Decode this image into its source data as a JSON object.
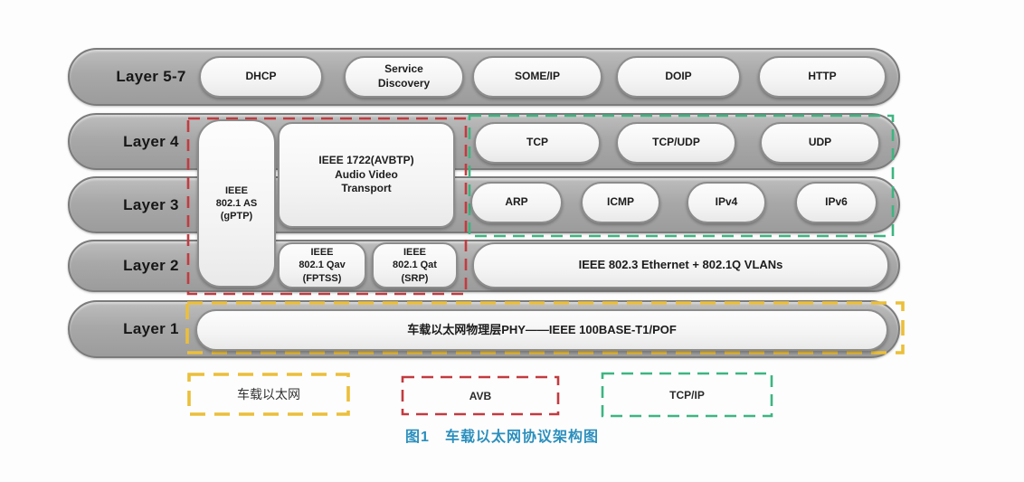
{
  "figure": {
    "caption": "图1　车载以太网协议架构图"
  },
  "colors": {
    "avb-red": "#c23b40",
    "tcpip-green": "#3db581",
    "ethernet-yellow": "#ecbf3a",
    "caption-blue": "#2b8fbd",
    "row-gray": "#a8a8a8",
    "box-fill": "#f4f4f4"
  },
  "layers": [
    {
      "label": "Layer 5-7"
    },
    {
      "label": "Layer 4"
    },
    {
      "label": "Layer 3"
    },
    {
      "label": "Layer 2"
    },
    {
      "label": "Layer 1"
    }
  ],
  "protocol_boxes": {
    "dhcp": "DHCP",
    "service_discovery": "Service\nDiscovery",
    "some_ip": "SOME/IP",
    "doip": "DOIP",
    "http": "HTTP",
    "tcp": "TCP",
    "tcp_udp": "TCP/UDP",
    "udp": "UDP",
    "arp": "ARP",
    "icmp": "ICMP",
    "ipv4": "IPv4",
    "ipv6": "IPv6",
    "gptp": "IEEE\n802.1 AS\n(gPTP)",
    "avbtp": "IEEE 1722(AVBTP)\nAudio Video\nTransport",
    "qav": "IEEE\n802.1 Qav\n(FPTSS)",
    "qat": "IEEE\n802.1 Qat\n(SRP)",
    "ethernet": "IEEE 802.3 Ethernet + 802.1Q VLANs",
    "phy": "车载以太网物理层PHY——IEEE 100BASE-T1/POF"
  },
  "legend": [
    {
      "label": "车载以太网",
      "color": "#ecbf3a"
    },
    {
      "label": "AVB",
      "color": "#c23b40"
    },
    {
      "label": "TCP/IP",
      "color": "#3db581"
    }
  ]
}
